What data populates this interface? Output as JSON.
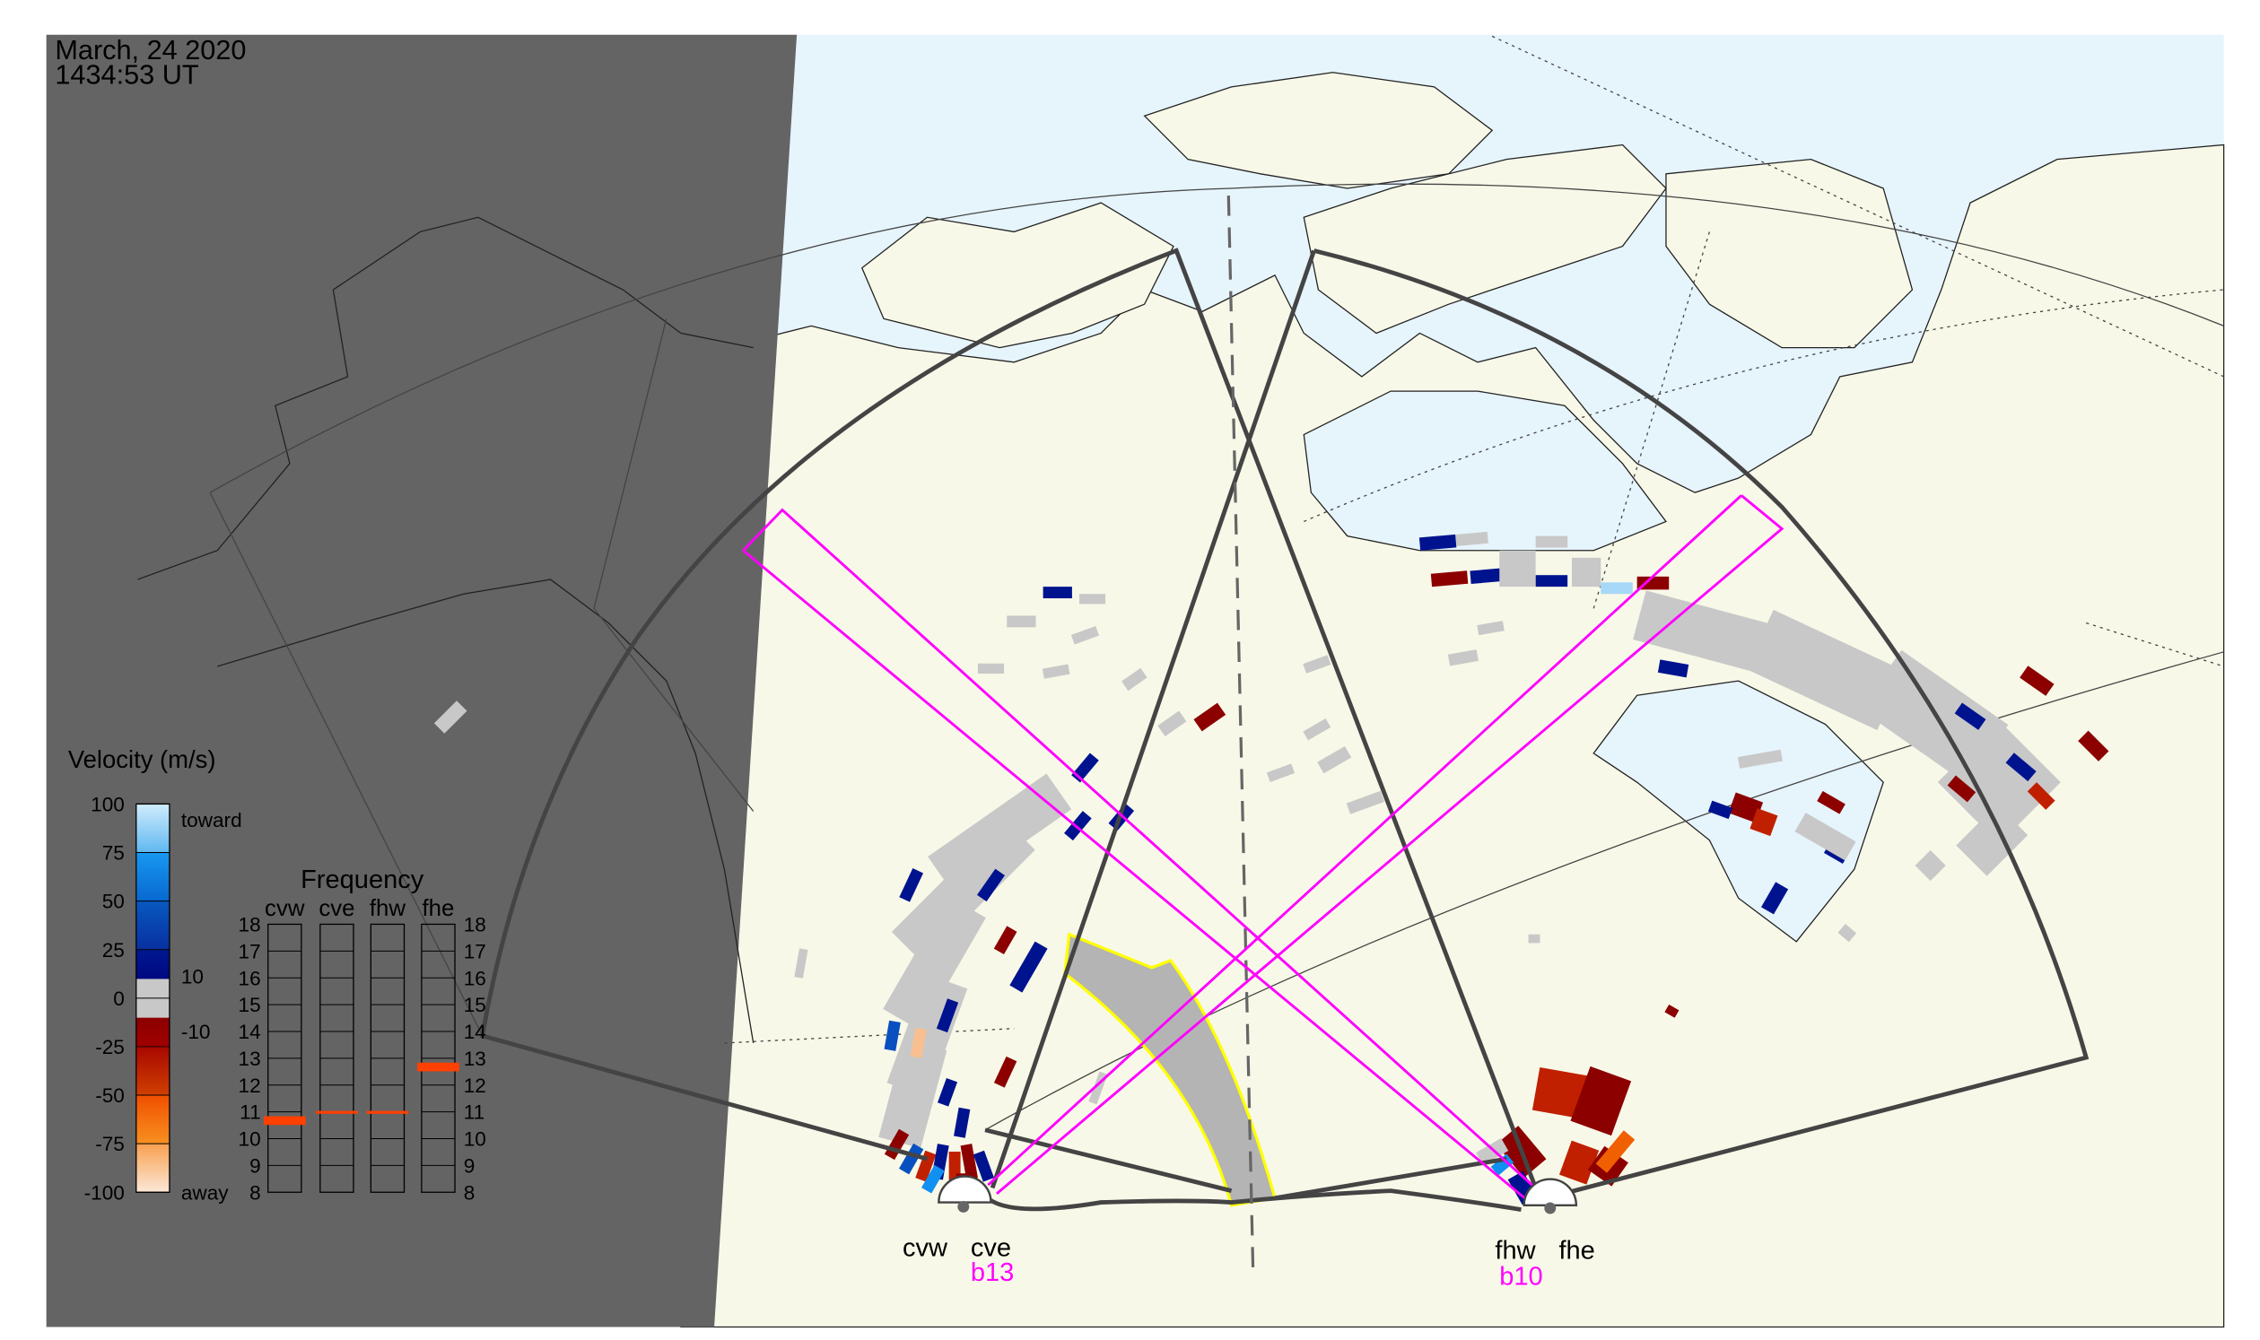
{
  "header": {
    "date": "March, 24 2020",
    "time": "1434:53 UT"
  },
  "colorbar": {
    "title": "Velocity (m/s)",
    "ticks": [
      "100",
      "75",
      "50",
      "25",
      "0",
      "-25",
      "-50",
      "-75",
      "-100"
    ],
    "tick_values": [
      100,
      75,
      50,
      25,
      0,
      -25,
      -50,
      -75,
      -100
    ],
    "toward_label": "toward",
    "away_label": "away",
    "pos_threshold": "10",
    "neg_threshold": "-10",
    "colors": {
      "light_blue": "#a8d8f8",
      "blue": "#1090f0",
      "mid_blue": "#0850c0",
      "navy": "#00138f",
      "grey": "#c8c8c8",
      "dark_red": "#8c0000",
      "red": "#c02000",
      "orange": "#f06000",
      "light_orange": "#f8c090"
    }
  },
  "frequency": {
    "title": "Frequency",
    "radars": [
      {
        "label": "cvw",
        "freq_mhz": 10.7
      },
      {
        "label": "cve",
        "freq_mhz": 10.9
      },
      {
        "label": "fhw",
        "freq_mhz": 10.9
      },
      {
        "label": "fhe",
        "freq_mhz": 12.7
      }
    ],
    "ticks": [
      "18",
      "17",
      "16",
      "15",
      "14",
      "13",
      "12",
      "11",
      "10",
      "9",
      "8"
    ],
    "range": [
      8,
      18
    ],
    "bar_color": "#ff4000"
  },
  "radars": {
    "cv": {
      "west": "cvw",
      "east": "cve",
      "beam": "b13"
    },
    "fh": {
      "west": "fhw",
      "east": "fhe",
      "beam": "b10"
    }
  },
  "colors": {
    "night": "#646464",
    "land": "#f8f8e8",
    "ocean": "#e6f4fc",
    "beam": "#ff00ff",
    "fov": "#444444",
    "band_outline": "#ffff00"
  }
}
